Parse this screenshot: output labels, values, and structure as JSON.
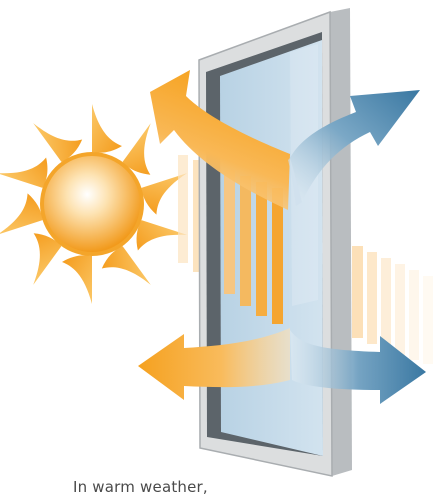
{
  "caption": {
    "text": "In warm weather,"
  },
  "icons": {
    "sun": "sun-icon",
    "window": "window-pane",
    "reflected_heat_arrows": "orange-arrows",
    "blocked_heat_arrows": "blue-arrows"
  },
  "colors": {
    "sun_orange": "#f6a623",
    "arrow_orange": "#f7a928",
    "arrow_blue": "#3e7ea6",
    "glass": "#c5dbe9",
    "frame": "#d8dadb",
    "frame_dark": "#5e666c"
  }
}
